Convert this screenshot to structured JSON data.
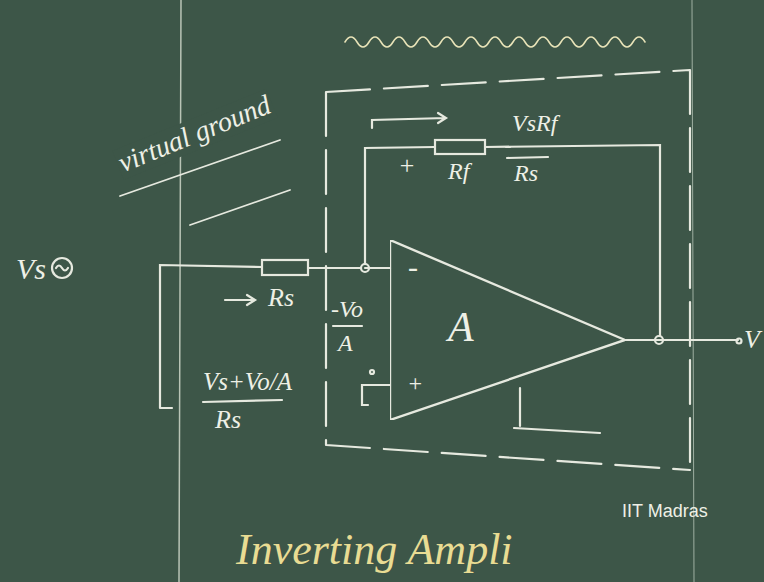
{
  "diagram": {
    "nodes": [
      {
        "text": [
          "A"
        ]
      }
    ],
    "labels": [
      "virtual ground",
      "Vs",
      "Rs",
      "Vs+Vo/A",
      "Rs",
      "-Vo",
      "A",
      "-",
      "+",
      "+",
      "Rf",
      "VsRf",
      "Rs",
      "V",
      "IIT Madras",
      "Inverting Ampli"
    ]
  }
}
